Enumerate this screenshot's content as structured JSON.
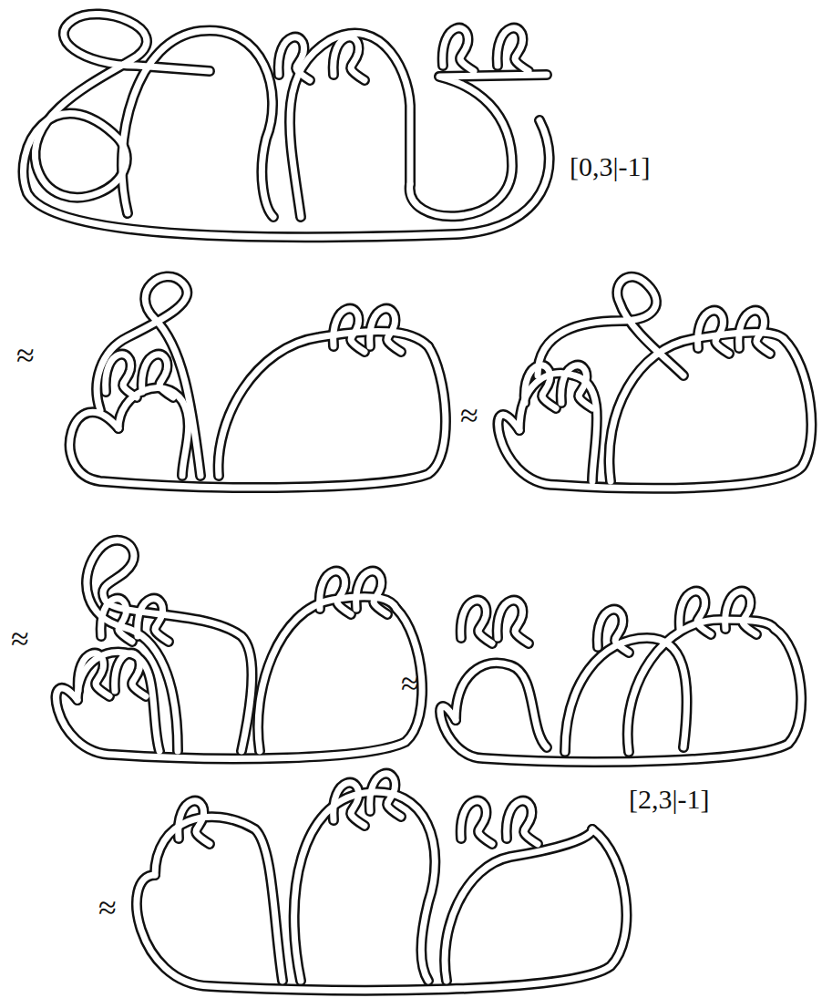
{
  "diagram": {
    "labels": [
      "[0,3|-1]",
      "≈",
      "≈",
      "≈",
      "≈",
      "≈",
      "[2,3|-1]"
    ]
  }
}
